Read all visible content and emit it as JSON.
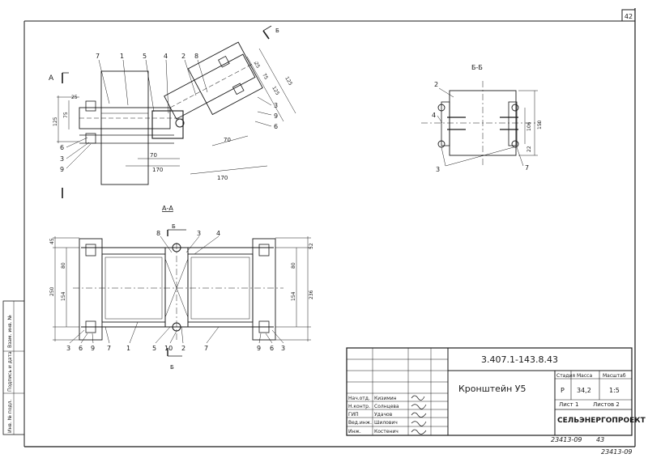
{
  "sheet": {
    "page_number": "42",
    "copy_number": "23413-09"
  },
  "views": {
    "top_left": {
      "section_marks": [
        "А",
        "Б"
      ],
      "callouts": [
        "7",
        "1",
        "5",
        "4",
        "2",
        "8",
        "3",
        "9",
        "6",
        "6",
        "3",
        "9"
      ],
      "dims": [
        "25",
        "75",
        "125",
        "70",
        "170",
        "25",
        "75",
        "125",
        "125",
        "70",
        "170"
      ]
    },
    "view_bb": {
      "title": "Б-Б",
      "callouts": [
        "2",
        "4",
        "3",
        "7"
      ],
      "dims": [
        "150",
        "106",
        "22"
      ]
    },
    "view_aa": {
      "title": "А-А",
      "cut_marks": [
        "Б",
        "Б"
      ],
      "callouts_top": [
        "8",
        "3",
        "4"
      ],
      "callouts_bottom": [
        "3",
        "6",
        "9",
        "7",
        "1",
        "5",
        "10",
        "2",
        "7",
        "9",
        "6",
        "3"
      ],
      "dims_left": [
        "45",
        "80",
        "250",
        "154"
      ],
      "dims_right": [
        "52",
        "80",
        "154",
        "236"
      ]
    }
  },
  "side_stamp": [
    "Инв. № подл.",
    "Подпись и дата",
    "Взам. инв. №"
  ],
  "title_block": {
    "doc_code": "3.407.1-143.8.43",
    "name": "Кронштейн У5",
    "headers": [
      "Стадия",
      "Масса",
      "Масштаб"
    ],
    "stage": "Р",
    "mass": "34,2",
    "scale": "1:5",
    "sheet_label": "Лист 1",
    "sheets_label": "Листов 2",
    "org": "СЕЛЬЭНЕРГОПРОЕКТ",
    "roles": [
      {
        "role": "Нач.отд.",
        "name": "Кизимин"
      },
      {
        "role": "Н.контр.",
        "name": "Солнцева"
      },
      {
        "role": "ГИП",
        "name": "Удачов"
      },
      {
        "role": "Вед.инж.",
        "name": "Шилович"
      },
      {
        "role": "Инж.",
        "name": "Костенич"
      }
    ]
  },
  "footer": {
    "copy_number": "23413-09",
    "format": "43"
  }
}
